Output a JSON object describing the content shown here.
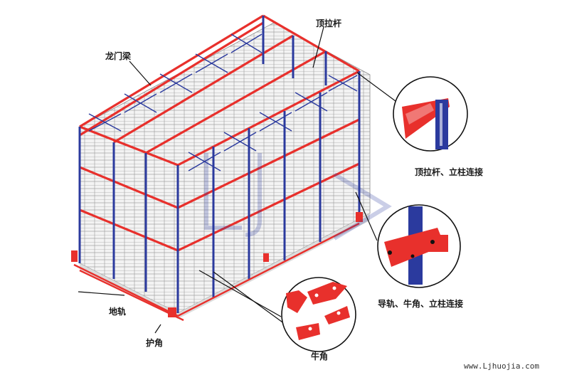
{
  "labels": {
    "top_tie_rod": "顶拉杆",
    "gantry_beam": "龙门梁",
    "top_tie_upright_connection": "顶拉杆、立柱连接",
    "rail_bracket_upright_connection": "导轨、牛角、立柱连接",
    "floor_rail": "地轨",
    "corner_guard": "护角",
    "bracket": "牛角"
  },
  "watermark_url": "www.Ljhuojia.com",
  "colors": {
    "upright_blue": "#2b3a9e",
    "beam_red": "#e8302c",
    "pallet_fill": "#f3f3f3",
    "pallet_line": "#9a9a9a",
    "leader_line": "#111111"
  }
}
